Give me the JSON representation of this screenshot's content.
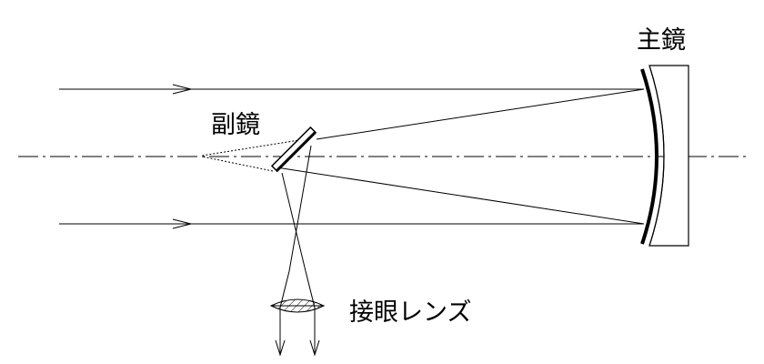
{
  "labels": {
    "primary_mirror": "主鏡",
    "secondary_mirror": "副鏡",
    "eyepiece": "接眼レンズ"
  },
  "colors": {
    "ink": "#000000",
    "background": "#ffffff"
  }
}
